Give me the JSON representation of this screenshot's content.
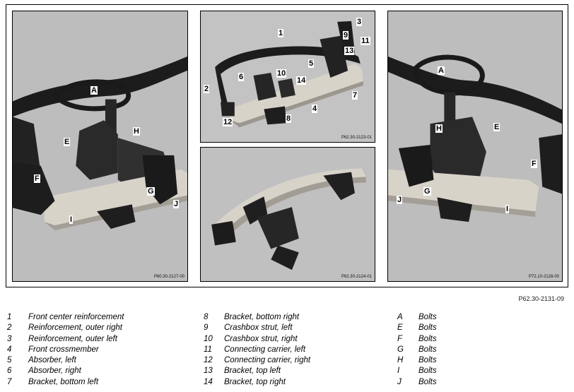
{
  "figure_ref": "P62.30-2131-09",
  "photos": [
    {
      "ref": "P60.30-2127-00",
      "callouts": [
        "A",
        "E",
        "H",
        "F",
        "G",
        "J",
        "I"
      ]
    },
    {
      "ref": "P62.30-2123-01",
      "callouts": [
        "1",
        "2",
        "3",
        "4",
        "5",
        "6",
        "7",
        "8",
        "9",
        "10",
        "11",
        "12",
        "13",
        "14"
      ]
    },
    {
      "ref": "P62.30-2124-01",
      "callouts": []
    },
    {
      "ref": "P72.10-2128-00",
      "callouts": [
        "A",
        "H",
        "E",
        "F",
        "G",
        "J",
        "I"
      ]
    }
  ],
  "legend": {
    "col1": [
      {
        "key": "1",
        "text": "Front center reinforcement"
      },
      {
        "key": "2",
        "text": "Reinforcement, outer right"
      },
      {
        "key": "3",
        "text": "Reinforcement, outer left"
      },
      {
        "key": "4",
        "text": "Front crossmember"
      },
      {
        "key": "5",
        "text": "Absorber, left"
      },
      {
        "key": "6",
        "text": "Absorber, right"
      },
      {
        "key": "7",
        "text": "Bracket, bottom left"
      }
    ],
    "col2": [
      {
        "key": "8",
        "text": "Bracket, bottom right"
      },
      {
        "key": "9",
        "text": "Crashbox strut, left"
      },
      {
        "key": "10",
        "text": "Crashbox strut, right"
      },
      {
        "key": "11",
        "text": "Connecting carrier, left"
      },
      {
        "key": "12",
        "text": "Connecting carrier, right"
      },
      {
        "key": "13",
        "text": "Bracket, top left"
      },
      {
        "key": "14",
        "text": "Bracket, top right"
      }
    ],
    "col3": [
      {
        "key": "A",
        "text": "Bolts"
      },
      {
        "key": "E",
        "text": "Bolts"
      },
      {
        "key": "F",
        "text": "Bolts"
      },
      {
        "key": "G",
        "text": "Bolts"
      },
      {
        "key": "H",
        "text": "Bolts"
      },
      {
        "key": "I",
        "text": "Bolts"
      },
      {
        "key": "J",
        "text": "Bolts"
      }
    ]
  }
}
